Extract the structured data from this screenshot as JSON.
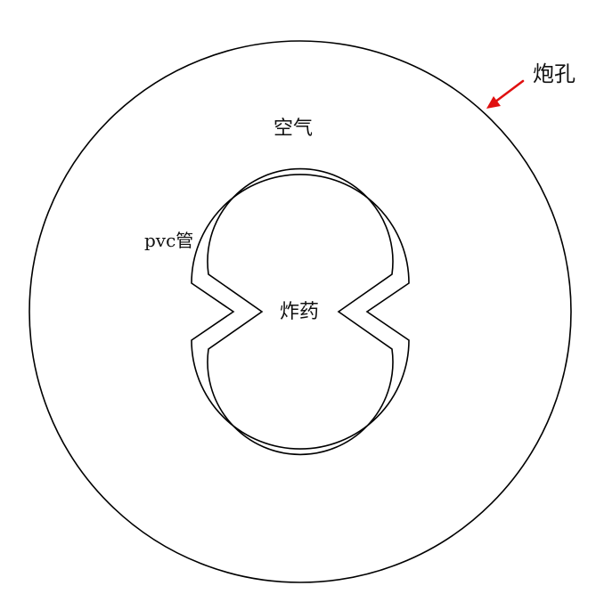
{
  "labels": {
    "borehole": "炮孔",
    "air": "空气",
    "pvc_pipe": "pvc管",
    "explosive": "炸药"
  },
  "colors": {
    "outline": "#000000",
    "arrow": "#e01010",
    "background": "#ffffff"
  }
}
